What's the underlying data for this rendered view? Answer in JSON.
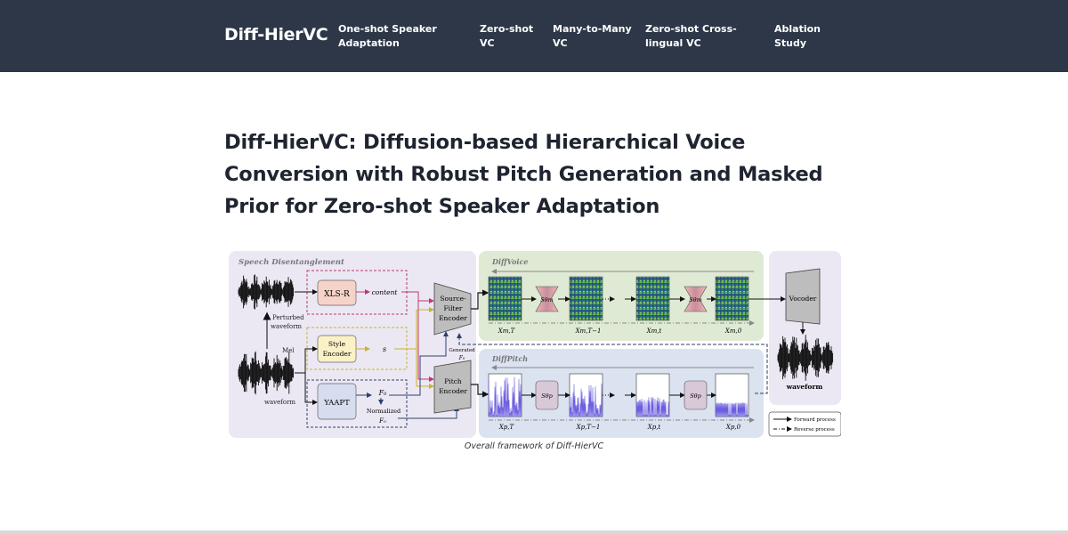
{
  "nav": {
    "brand": "Diff-HierVC",
    "items": [
      {
        "line1": "One-shot Speaker",
        "line2": "Adaptation"
      },
      {
        "line1": "Zero-shot",
        "line2": "VC"
      },
      {
        "line1": "Many-to-Many",
        "line2": "VC"
      },
      {
        "line1": "Zero-shot Cross-",
        "line2": "lingual VC"
      },
      {
        "line1": "Ablation",
        "line2": "Study"
      }
    ]
  },
  "page": {
    "title": "Diff-HierVC: Diffusion-based Hierarchical Voice Conversion with Robust Pitch Generation and Masked Prior for Zero-shot Speaker Adaptation",
    "caption": "Overall framework of Diff-HierVC"
  },
  "figure": {
    "speech_panel": "Speech Disentanglement",
    "perturbed_1": "Perturbed",
    "perturbed_2": "waveform",
    "mel": "Mel",
    "waveform_in": "waveform",
    "xlsr": "XLS-R",
    "content": "content",
    "style_1": "Style",
    "style_2": "Encoder",
    "s": "s",
    "yaapt": "YAAPT",
    "f0": "F₀",
    "normalized": "Normalized",
    "f0_norm": "F₀",
    "sf_1": "Source-",
    "sf_2": "Filter",
    "sf_3": "Encoder",
    "pitch_1": "Pitch",
    "pitch_2": "Encoder",
    "generated": "Generated",
    "generated_f0": "F₀",
    "diffvoice": "DiffVoice",
    "diffpitch": "DiffPitch",
    "score_m": "Sθm",
    "score_p": "Sθp",
    "xm": [
      "Xm,T",
      "Xm,T−1",
      "Xm,t",
      "Xm,0"
    ],
    "xp": [
      "Xp,T",
      "Xp,T−1",
      "Xp,t",
      "Xp,0"
    ],
    "vocoder": "Vocoder",
    "waveform_out": "waveform",
    "legend_forward": "Forward process",
    "legend_reverse": "Reverse process"
  },
  "colors": {
    "nav_bg": "#2d3748",
    "content_red": "#c0386a",
    "style_yellow": "#c9b22a",
    "pitch_blue": "#2c3f6e"
  }
}
